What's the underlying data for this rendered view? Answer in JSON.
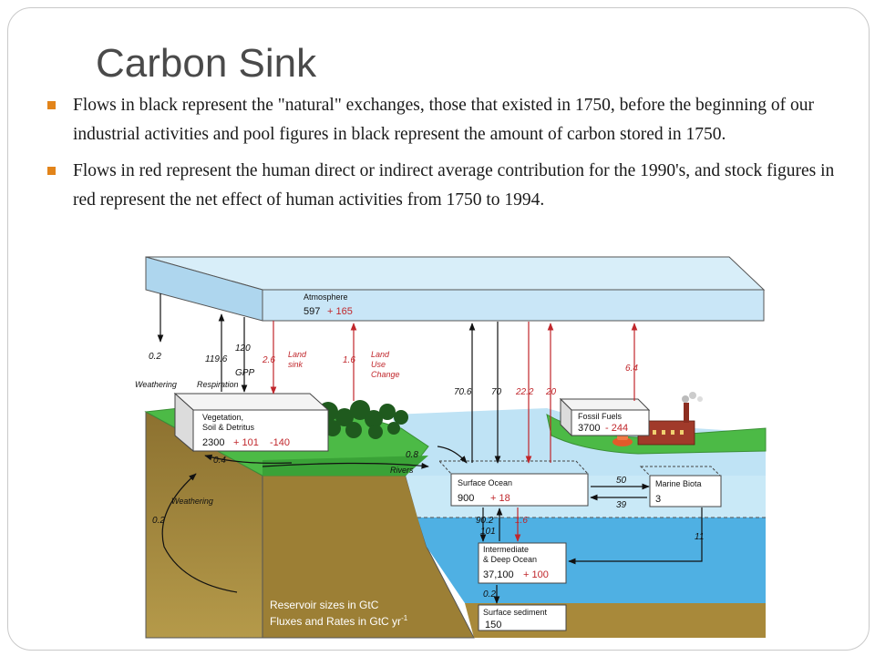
{
  "slide": {
    "title": "Carbon Sink",
    "bullets": [
      "Flows in black represent the \"natural\" exchanges, those that existed in 1750, before the beginning of our industrial activities and pool figures in black represent the amount of carbon stored in 1750.",
      "Flows in red represent the human direct or indirect average contribution for the 1990's, and stock figures in red represent the net effect of human activities from 1750 to 1994."
    ]
  },
  "colors": {
    "accent_bullet": "#e2841a",
    "natural_flow": "#111111",
    "human_flow": "#c0262b",
    "atmosphere": "#c9e6f7",
    "ocean_surface": "#bfe3f5",
    "ocean_deep": "#4fb0e3",
    "land_grass": "#4cba46",
    "soil": "#a8893a"
  },
  "diagram": {
    "reservoirs": {
      "atmosphere": {
        "name": "Atmosphere",
        "natural": "597",
        "human": "+ 165"
      },
      "vegetation": {
        "name_line1": "Vegetation,",
        "name_line2": "Soil & Detritus",
        "natural": "2300",
        "human_pos": "+ 101",
        "human_neg": "-140"
      },
      "fossil_fuels": {
        "name": "Fossil Fuels",
        "natural": "3700",
        "human": "- 244"
      },
      "surface_ocean": {
        "name": "Surface Ocean",
        "natural": "900",
        "human": "+ 18"
      },
      "marine_biota": {
        "name": "Marine Biota",
        "natural": "3"
      },
      "deep_ocean": {
        "name_line1": "Intermediate",
        "name_line2": "& Deep Ocean",
        "natural": "37,100",
        "human": "+ 100"
      },
      "surface_sediment": {
        "name": "Surface sediment",
        "natural": "150"
      }
    },
    "flows": {
      "weathering_top": {
        "value": "0.2",
        "label": "Weathering"
      },
      "respiration": {
        "value": "119.6",
        "label": "Respiration"
      },
      "gpp": {
        "value": "120",
        "label": "GPP"
      },
      "land_sink": {
        "value": "2.6",
        "label_line1": "Land",
        "label_line2": "sink"
      },
      "land_use_change": {
        "value": "1.6",
        "label_line1": "Land",
        "label_line2": "Use",
        "label_line3": "Change"
      },
      "ocean_out": {
        "value": "70.6"
      },
      "ocean_in": {
        "value": "70"
      },
      "ocean_in_human": {
        "value": "22.2"
      },
      "ocean_out_human": {
        "value": "20"
      },
      "fossil_emission": {
        "value": "6.4"
      },
      "rivers": {
        "value": "0.8",
        "label": "Rivers"
      },
      "rivers_return": {
        "value": "0.4"
      },
      "weathering_bottom": {
        "value": "0.2",
        "label": "Weathering"
      },
      "biota_up": {
        "value": "50"
      },
      "biota_down": {
        "value": "39"
      },
      "downwelling": {
        "value": "90.2"
      },
      "upwelling": {
        "value": "101"
      },
      "downwelling_human": {
        "value": "1.6"
      },
      "biota_to_deep": {
        "value": "11"
      },
      "sedimentation": {
        "value": "0.2"
      }
    },
    "legend": {
      "line1": "Reservoir sizes in GtC",
      "line2": "Fluxes and Rates in GtC yr",
      "line2_sup": "-1"
    }
  }
}
